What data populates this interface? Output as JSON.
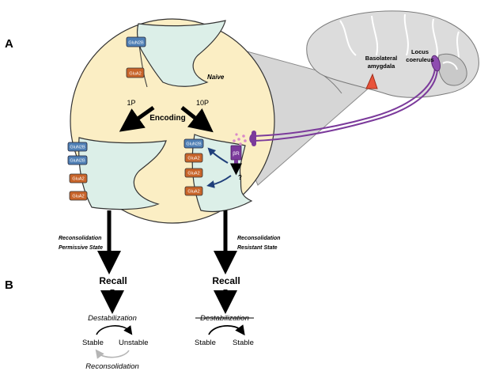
{
  "panel_labels": {
    "a": "A",
    "b": "B"
  },
  "brain": {
    "basolateral_line1": "Basolateral",
    "basolateral_line2": "amygdala",
    "locus_line1": "Locus",
    "locus_line2": "coeruleus"
  },
  "synapse": {
    "naive_label": "Naive",
    "encoding_label": "Encoding",
    "one_p": "1P",
    "ten_p": "10P",
    "beta_receptor": "βR",
    "question_mark": "?",
    "receptors": {
      "glun2b": "GluN2B",
      "glua2": "GluA2"
    }
  },
  "left_branch": {
    "state_line1": "Reconsolidation",
    "state_line2": "Permissive State",
    "recall": "Recall",
    "destabilization": "Destabilization",
    "stable": "Stable",
    "unstable": "Unstable",
    "reconsolidation": "Reconsolidation"
  },
  "right_branch": {
    "state_line1": "Reconsolidation",
    "state_line2": "Resistant  State",
    "recall": "Recall",
    "destabilization_struck": "Destabilization",
    "stable_left": "Stable",
    "stable_right": "Stable"
  },
  "colors": {
    "circle_fill": "#fbeec4",
    "synapse_fill": "#dcefe8",
    "glun2b": "#4f7fb5",
    "glua2": "#c8642a",
    "purple": "#7b3a9b",
    "amygdala": "#e8533a",
    "blue_arrow": "#1f3f7a",
    "brain_fill": "#dcdcdc",
    "zoom_fill": "#d6d6d6"
  }
}
